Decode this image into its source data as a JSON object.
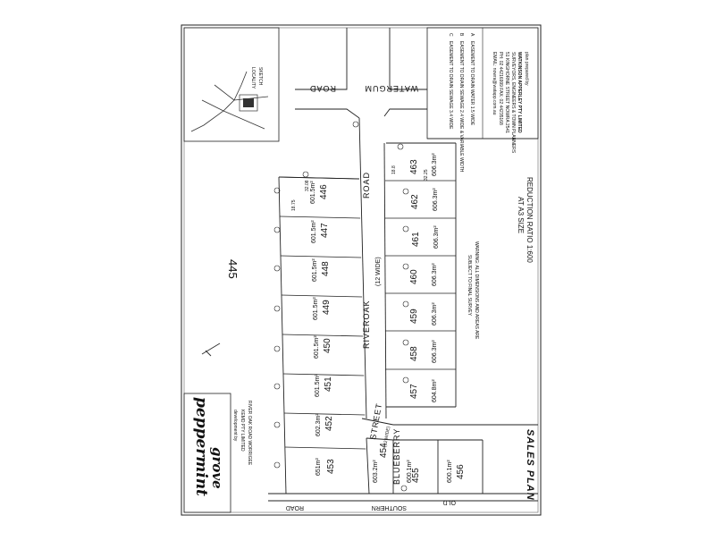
{
  "brand": {
    "line1": "peppermint",
    "line2": "grove"
  },
  "developer": {
    "prefix": "development by",
    "line1": "KEMD PTY LIMITED",
    "line2": "RIVER OAK ROAD WORRIGEE"
  },
  "locality_label": {
    "line1": "LOCALITY",
    "line2": "SKETCH"
  },
  "consultant": {
    "prefix": "plan prepared by",
    "firm": "WATKINSON APPERLEY PTY LIMITED",
    "role": "SURVEYORS, ENGINEERS & TOWN PLANNERS",
    "address": "51 KINGHORNE STREET NOWRA 2541",
    "phone": "PH: 02 44216999   FAX: 02 44235168",
    "email": "EMAIL: nowra@watapp.com.au"
  },
  "easements": [
    {
      "marker": "A",
      "text": "EASEMENT TO DRAIN WATER 1.5 WIDE"
    },
    {
      "marker": "B",
      "text": "EASEMENT TO DRAIN SEWAGE 2.4 WIDE & VARIABLE WIDTH"
    },
    {
      "marker": "C",
      "text": "EASEMENT TO DRAIN SEWAGE 3.4 WIDE"
    }
  ],
  "reduction": {
    "line1": "REDUCTION RATIO 1:600",
    "line2": "AT A3 SIZE"
  },
  "warning": {
    "line1": "WARNING: ALL DIMENSIONS AND AREAS ARE",
    "line2": "SUBJECT TO FINAL SURVEY"
  },
  "sales_plan": "SALES PLAN",
  "roads": {
    "waterguam": "WATERGUM",
    "road_top": "ROAD",
    "riveroak": "RIVEROAK",
    "riveroak_width": "(12 WIDE)",
    "road_mid": "ROAD",
    "street": "STREET",
    "street_width": "(12 WIDE)",
    "blueberry": "BLUEBERRY",
    "old": "OLD",
    "southern": "SOUTHERN",
    "road_bottom": "ROAD"
  },
  "big_lot": "445",
  "west_lots": [
    {
      "number": "446",
      "area": "601.5m²"
    },
    {
      "number": "447",
      "area": "601.5m²"
    },
    {
      "number": "448",
      "area": "601.5m²"
    },
    {
      "number": "449",
      "area": "601.5m²"
    },
    {
      "number": "450",
      "area": "601.5m²"
    },
    {
      "number": "451",
      "area": "601.5m²"
    },
    {
      "number": "452",
      "area": "602.3m²"
    },
    {
      "number": "453",
      "area": "651m²"
    }
  ],
  "east_lots": [
    {
      "number": "463",
      "area": "606.3m²"
    },
    {
      "number": "462",
      "area": "606.3m²"
    },
    {
      "number": "461",
      "area": "606.3m²"
    },
    {
      "number": "460",
      "area": "606.3m²"
    },
    {
      "number": "459",
      "area": "606.3m²"
    },
    {
      "number": "458",
      "area": "606.3m²"
    },
    {
      "number": "457",
      "area": "604.8m²"
    }
  ],
  "south_lots": [
    {
      "number": "454",
      "area": "603.2m²"
    },
    {
      "number": "455",
      "area": "600.1m²"
    },
    {
      "number": "456",
      "area": "600.1m²"
    }
  ],
  "dims": {
    "west_depth": "32.08",
    "west_front": "18.75",
    "east_depth": "32.25",
    "east_front": "18.8"
  }
}
